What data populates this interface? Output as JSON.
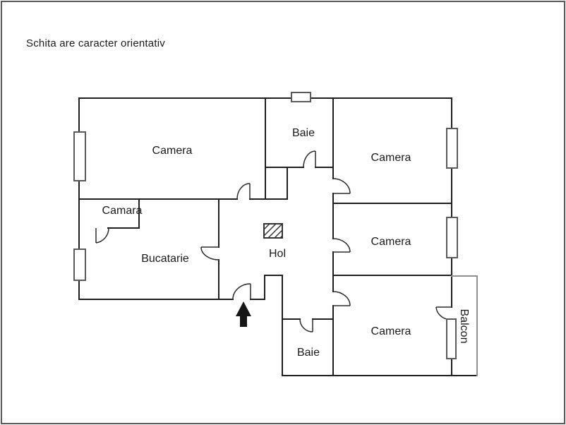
{
  "disclaimer": "Schita are caracter orientativ",
  "rooms": {
    "camera_top_left": "Camera",
    "camara": "Camara",
    "bucatarie": "Bucatarie",
    "baie_top": "Baie",
    "hol": "Hol",
    "camera_top_right": "Camera",
    "camera_middle_right": "Camera",
    "camera_bottom_right": "Camera",
    "baie_bottom": "Baie",
    "balcon": "Balcon"
  },
  "symbols": {
    "entrance_arrow": "up-arrow",
    "hatched_column": "diagonal-hatch"
  },
  "colors": {
    "wall": "#1f1f1f",
    "balcony_wall": "#909090",
    "window_frame": "#5a5a5a",
    "text": "#1a1a1a"
  }
}
